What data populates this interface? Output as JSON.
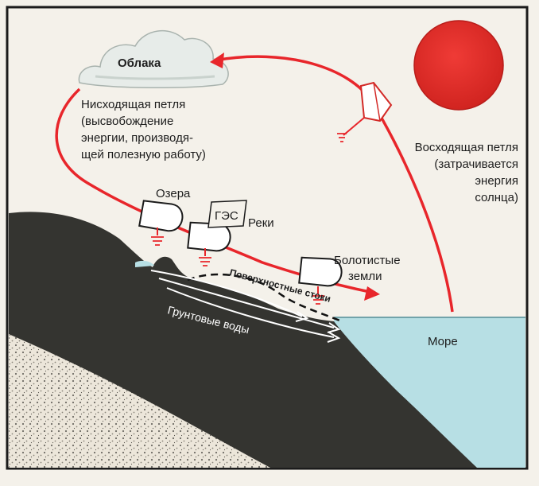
{
  "labels": {
    "clouds": "Облака",
    "down_loop": [
      "Нисходящая петля",
      "(высвобождение",
      "энергии, производя-",
      "щей полезную работу)"
    ],
    "up_loop": [
      "Восходящая петля",
      "(затрачивается",
      "энергия",
      "солнца)"
    ],
    "lakes": "Озера",
    "hpp": "ГЭС",
    "rivers": "Реки",
    "swamps": [
      "Болотистые",
      "земли"
    ],
    "surface_runoff": "Поверхностные стоки",
    "groundwater": "Грунтовые воды",
    "sea": "Море"
  },
  "colors": {
    "arrow": "#e8262b",
    "sun": "#df2a27",
    "land": "#343430",
    "sea": "#b7dfe4",
    "cloud": "#e7ece9",
    "frame": "#1b1b1b",
    "paper": "#f4f1ea"
  }
}
